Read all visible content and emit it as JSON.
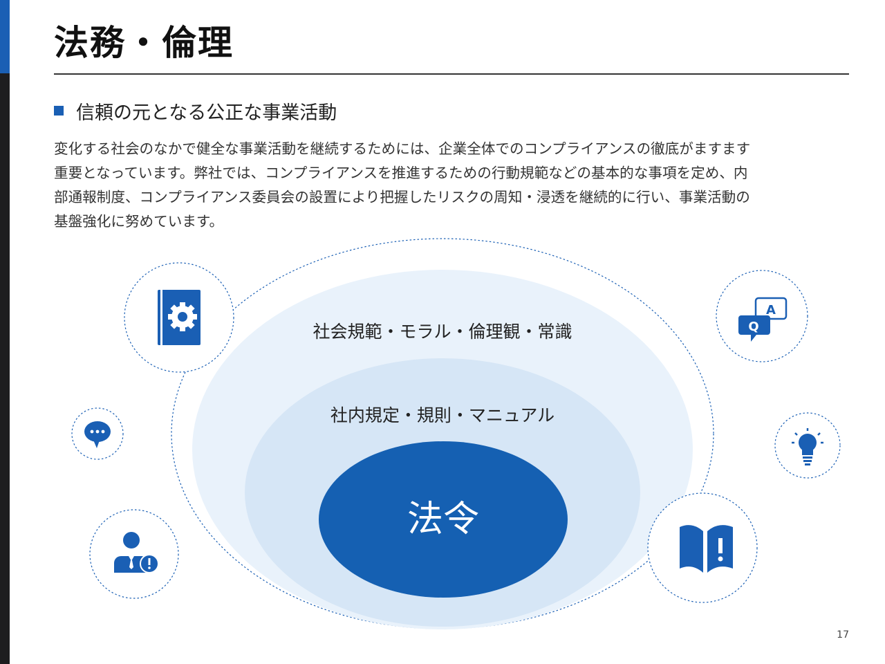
{
  "page": {
    "title": "法務・倫理",
    "section_title": "信頼の元となる公正な事業活動",
    "body_lines": [
      "変化する社会のなかで健全な事業活動を継続するためには、企業全体でのコンプライアンスの徹底がますます",
      "重要となっています。弊社では、コンプライアンスを推進するための行動規範などの基本的な事項を定め、内",
      "部通報制度、コンプライアンス委員会の設置により把握したリスクの周知・浸透を継続的に行い、事業活動の",
      "基盤強化に努めています。"
    ],
    "page_number": "17"
  },
  "diagram": {
    "outer_label": "社会規範・モラル・倫理観・常識",
    "middle_label": "社内規定・規則・マニュアル",
    "core_label": "法令",
    "icons": {
      "rulebook": "gear-book-icon",
      "qa": "qa-speech-icon",
      "chat": "chat-bubble-icon",
      "idea": "lightbulb-icon",
      "person": "person-alert-icon",
      "manual": "open-book-alert-icon",
      "qa_q": "Q",
      "qa_a": "A"
    },
    "colors": {
      "accent": "#1a5fb4",
      "core": "#1560b2",
      "middle_ring": "#d6e6f6",
      "outer_ring": "#e9f2fb"
    }
  }
}
